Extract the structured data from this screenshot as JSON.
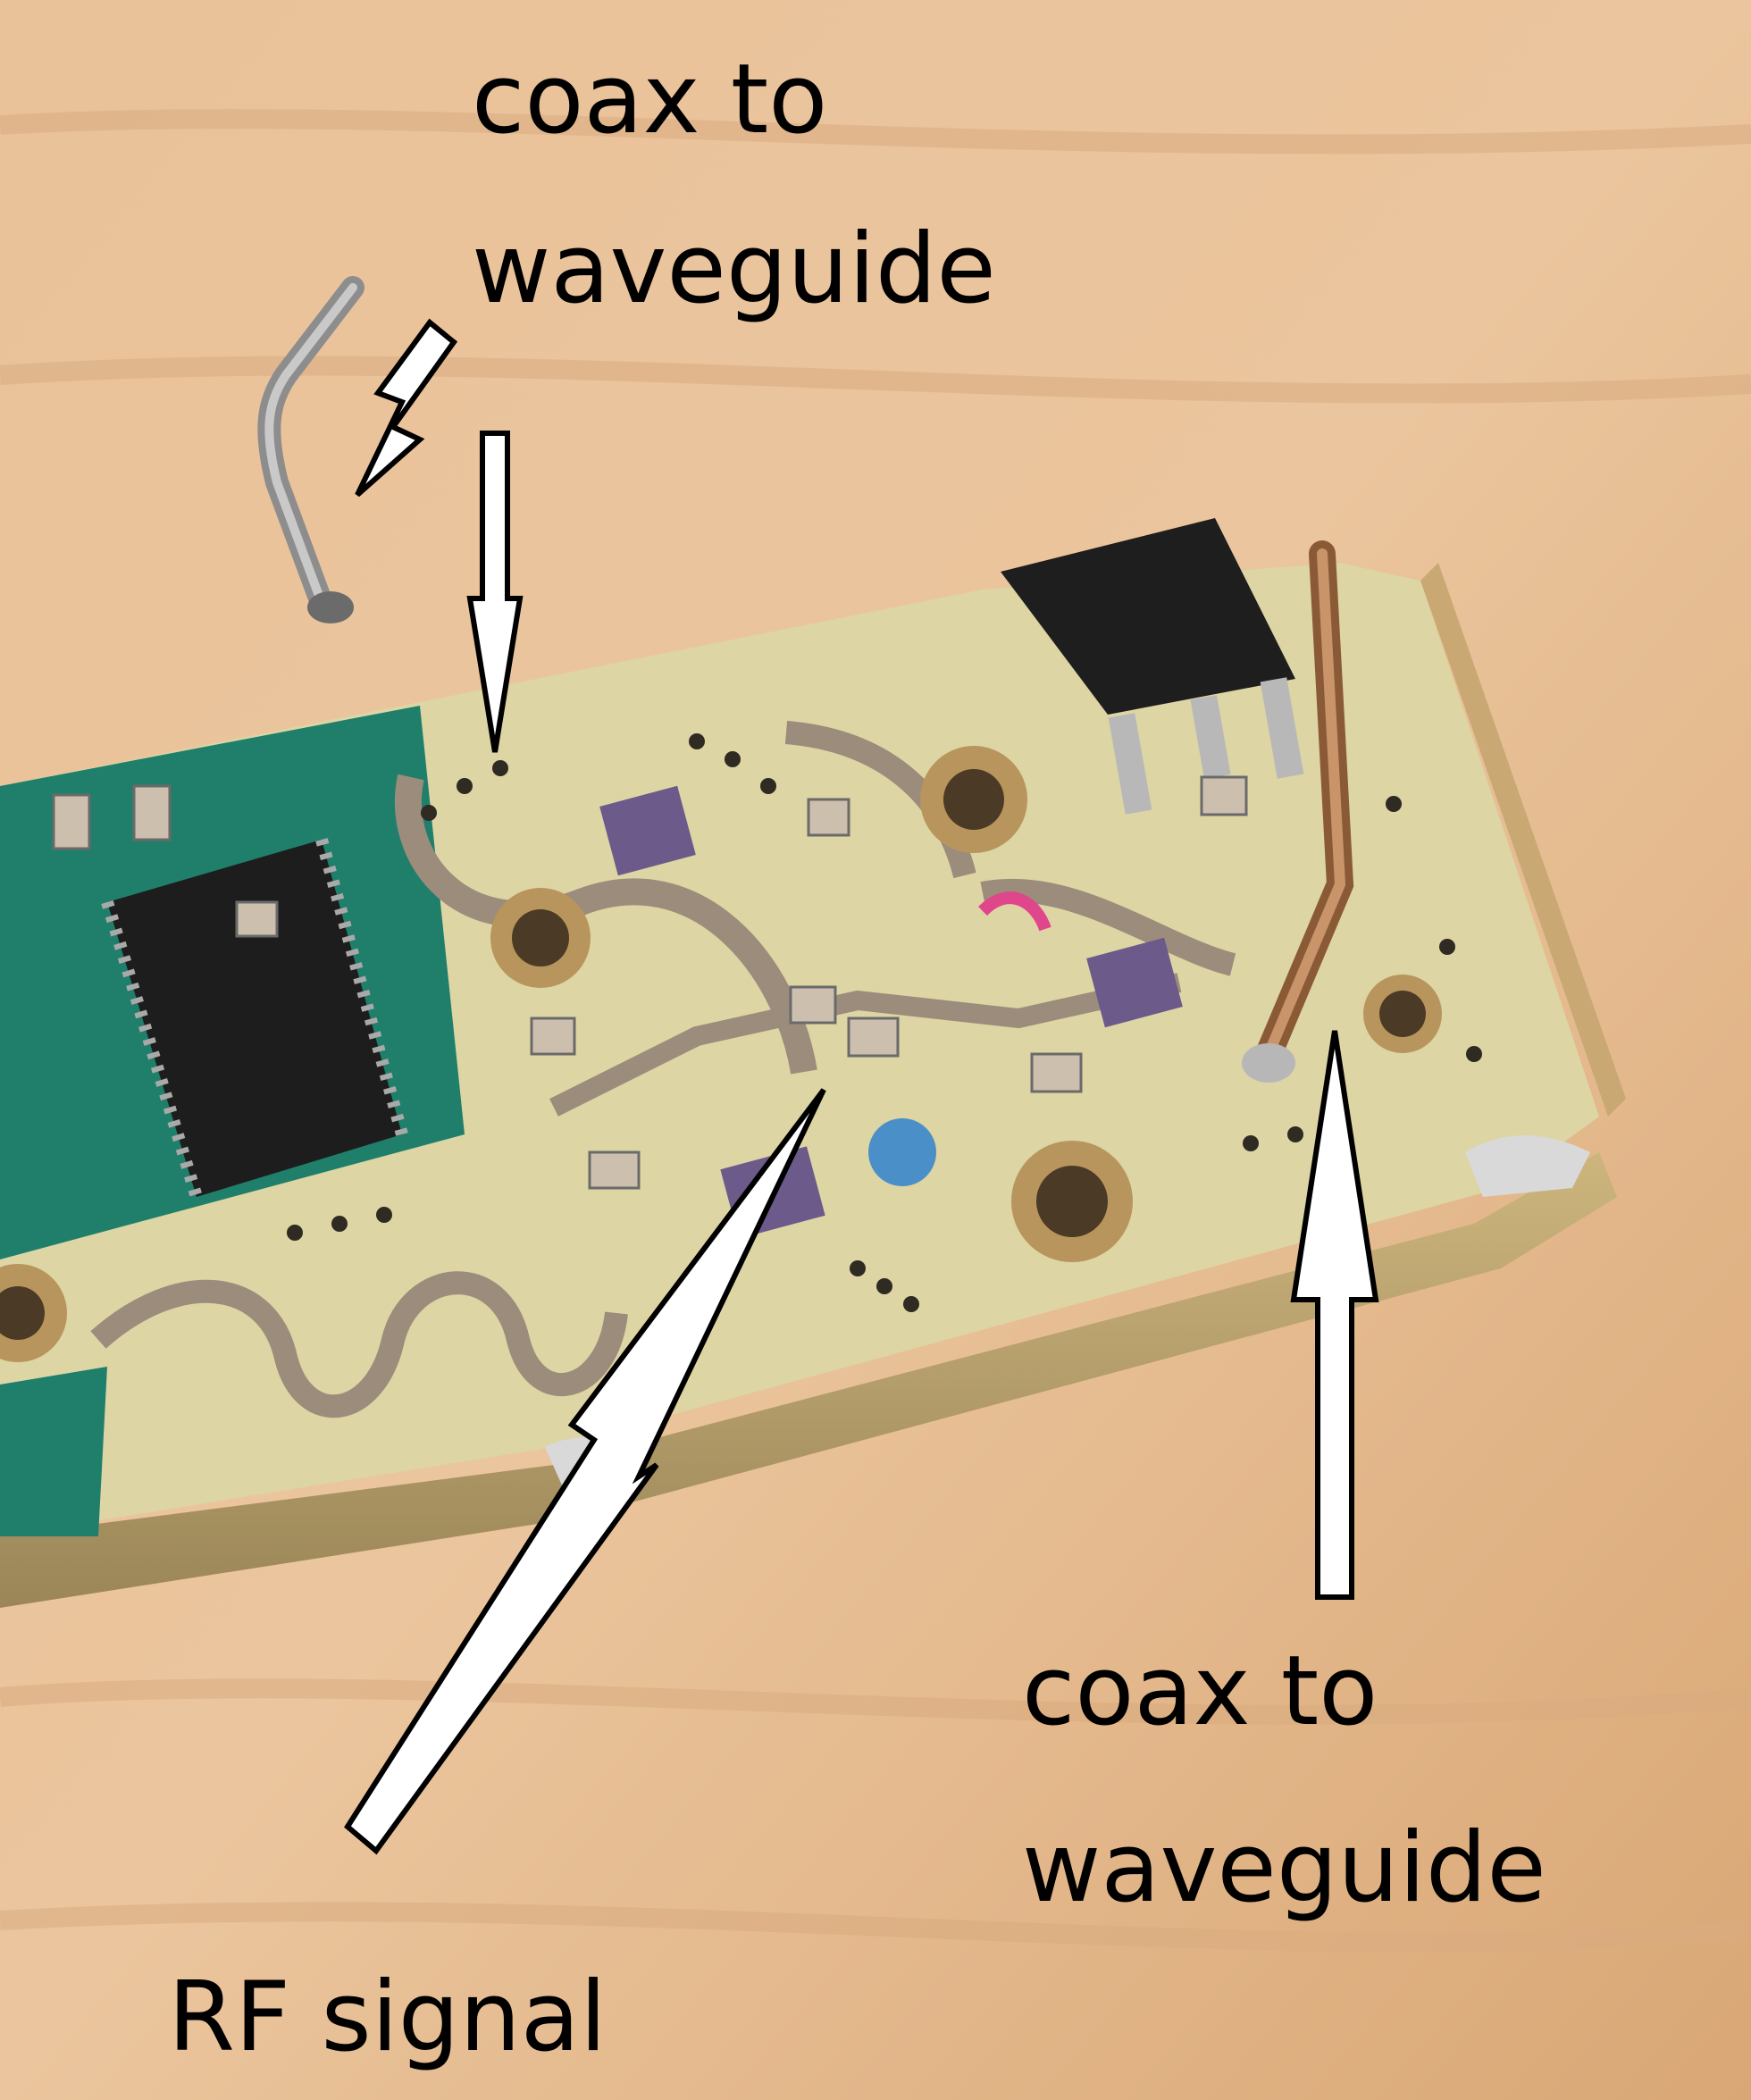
{
  "labels": {
    "top": {
      "line1": "coax to",
      "line2": "waveguide"
    },
    "right": {
      "line1": "coax to",
      "line2": "waveguide"
    },
    "bottom": {
      "text": "RF signal"
    }
  },
  "colors": {
    "wood": "#e4b98c",
    "wood_light": "#f0d0ad",
    "pcb_green": "#1f7f6b",
    "pcb_cream": "#ddd5a4",
    "trace_grey": "#9c8c7c",
    "chip_black": "#1d1d1d",
    "chip_purple": "#6b5a8a",
    "brass": "#b8955c",
    "copper_wire": "#b07f57",
    "arrow_stroke": "#000000",
    "arrow_fill": "#ffffff"
  }
}
